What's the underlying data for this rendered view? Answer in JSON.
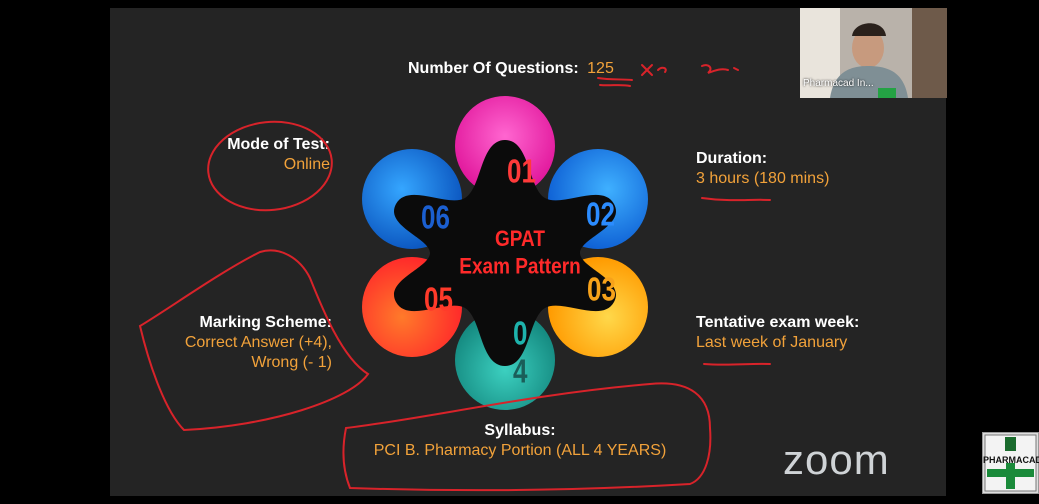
{
  "questions": {
    "label": "Number Of Questions:",
    "value": "125"
  },
  "mode": {
    "label": "Mode of Test:",
    "value": "Online"
  },
  "duration": {
    "label": "Duration:",
    "value": "3 hours (180 mins)"
  },
  "marking": {
    "label": "Marking Scheme:",
    "line1": "Correct Answer (+4),",
    "line2": "Wrong (- 1)"
  },
  "tentative": {
    "label": "Tentative exam week:",
    "value": "Last week of January"
  },
  "syllabus": {
    "label": "Syllabus:",
    "value": "PCI  B. Pharmacy Portion (ALL 4 YEARS)"
  },
  "center": {
    "line1": "GPAT",
    "line2": "Exam Pattern"
  },
  "numbers": {
    "n1": "01",
    "n2": "02",
    "n3": "03",
    "n4a": "0",
    "n4b": "4",
    "n5": "05",
    "n6": "06"
  },
  "zoom_logo": "zoom",
  "video": {
    "name": "Pharmacad In..."
  },
  "badge": {
    "text": "PHARMACAD"
  },
  "colors": {
    "petal1": "#ff2fb4",
    "petal2": "#1e8fff",
    "petal3": "#ffc107",
    "petal4": "#22b3a8",
    "petal5": "#ff4a1c",
    "petal6": "#1f8fe6",
    "text_orange": "#f2a23a",
    "annotation": "#d8232a"
  }
}
